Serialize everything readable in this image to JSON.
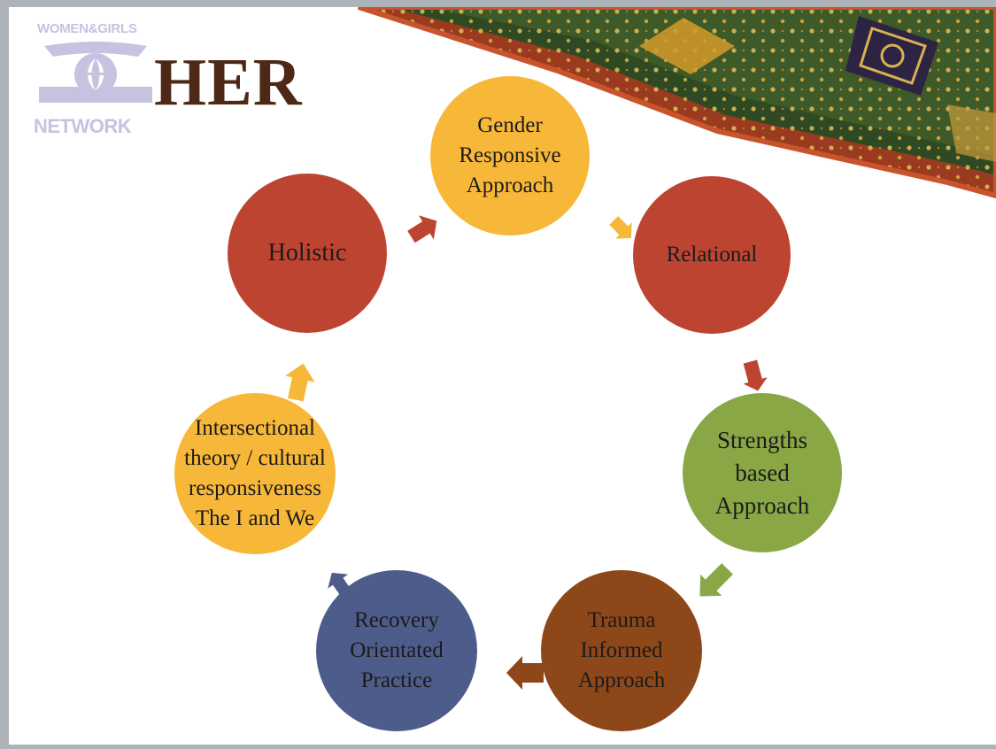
{
  "logo": {
    "top_text": "WOMEN&GIRLS",
    "bottom_text": "NETWORK",
    "mark_icon": "stylized-crest-icon"
  },
  "title": "HER",
  "cycle": [
    {
      "id": "gender",
      "lines": [
        "Gender",
        "Responsive",
        "Approach"
      ],
      "color": "#f7b738"
    },
    {
      "id": "relational",
      "lines": [
        "Relational"
      ],
      "color": "#bd4431"
    },
    {
      "id": "strengths",
      "lines": [
        "Strengths",
        "based",
        "Approach"
      ],
      "color": "#8aa746"
    },
    {
      "id": "trauma",
      "lines": [
        "Trauma",
        "Informed",
        "Approach"
      ],
      "color": "#8d4719"
    },
    {
      "id": "recovery",
      "lines": [
        "Recovery",
        "Orientated",
        "Practice"
      ],
      "color": "#4d5c8a"
    },
    {
      "id": "intersectional",
      "lines": [
        "Intersectional",
        "theory / cultural",
        "responsiveness",
        "The I and We"
      ],
      "color": "#f7b738"
    },
    {
      "id": "holistic",
      "lines": [
        "Holistic"
      ],
      "color": "#bd4431"
    }
  ]
}
